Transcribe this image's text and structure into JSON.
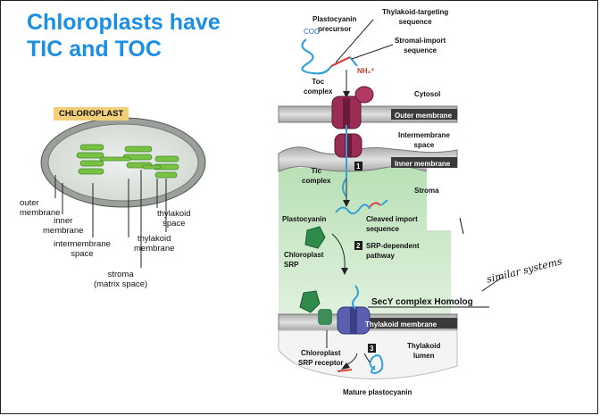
{
  "title_line1": "Chloroplasts have",
  "title_line2": "TIC and TOC",
  "left": {
    "tag": "CHLOROPLAST",
    "outer_membrane": [
      "outer",
      "membrane"
    ],
    "inner_membrane": [
      "inner",
      "membrane"
    ],
    "intermembrane_space": [
      "intermembrane",
      "space"
    ],
    "stroma": [
      "stroma",
      "(matrix space)"
    ],
    "thylakoid_membrane": [
      "thylakoid",
      "membrane"
    ],
    "thylakoid_space": [
      "thylakoid",
      "space"
    ]
  },
  "right": {
    "plastocyanin_precursor": [
      "Plastocyanin",
      "precursor"
    ],
    "coo": "COO⁻",
    "nh3": "NH₃⁺",
    "thylakoid_targeting": [
      "Thylakoid-targeting",
      "sequence"
    ],
    "stromal_import": [
      "Stromal-import",
      "sequence"
    ],
    "toc_complex": [
      "Toc",
      "complex"
    ],
    "cytosol": "Cytosol",
    "outer_membrane": "Outer membrane",
    "intermembrane_space": [
      "Intermembrane",
      "space"
    ],
    "inner_membrane": "Inner membrane",
    "tic_complex": [
      "Tic",
      "complex"
    ],
    "step1": "1",
    "stroma": "Stroma",
    "plastocyanin": "Plastocyanin",
    "cleaved_import": [
      "Cleaved import",
      "sequence"
    ],
    "chloroplast_srp": [
      "Chloroplast",
      "SRP"
    ],
    "step2": "2",
    "srp_dependent": [
      "SRP-dependent",
      "pathway"
    ],
    "secy_homolog": "SecY complex Homolog",
    "similar_systems": "similar systems",
    "thylakoid_membrane": "Thylakoid membrane",
    "chloroplast_srp_receptor": [
      "Chloroplast",
      "SRP receptor"
    ],
    "step3": "3",
    "thylakoid_lumen": [
      "Thylakoid",
      "lumen"
    ],
    "mature_plastocyanin": "Mature plastocyanin"
  },
  "colors": {
    "title": "#1b8fe6",
    "stroma_green": "#cfe8cc",
    "toc_magenta": "#9b2c54",
    "srp_green": "#2e8b4a",
    "secy_blue": "#5a5fb0",
    "protein_blue": "#33a0d8",
    "signal_red": "#d6423a"
  }
}
